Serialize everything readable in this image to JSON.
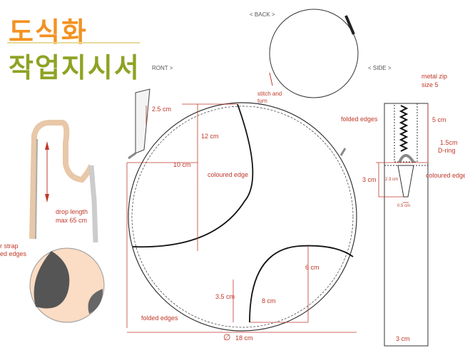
{
  "title": {
    "line1": "도식화",
    "line2": "작업지시서"
  },
  "views": {
    "front": "RONT >",
    "back": "< BACK >",
    "side": "< SIDE >"
  },
  "labels": {
    "drop_length": "drop length",
    "drop_max": "max 65 cm",
    "strap1": "r strap",
    "strap2": "ed edges",
    "d25": "2.5 cm",
    "d12": "12 cm",
    "d10": "10 cm",
    "coloured_edge": "coloured edge",
    "d6": "6 cm",
    "d35": "3.5 cm",
    "d8": "8 cm",
    "folded_edges": "folded edges",
    "diameter": "18 cm",
    "diameter_symbol": "∅",
    "stitch1": "stitch and",
    "stitch2": "turn",
    "zip1": "metal zip",
    "zip2": "size 5",
    "side_folded": "folded edges",
    "d5": "5 cm",
    "dring1": "1.5cm",
    "dring2": "D-ring",
    "d3": "3 cm",
    "d23": "2.3 cm",
    "d05": "0.5 cm",
    "side_coloured": "coloured edge",
    "d3w": "3 cm"
  },
  "colors": {
    "annotation": "#c0392b",
    "orange": "#f39221",
    "olive": "#8ea323",
    "peach": "#fbdcc4"
  }
}
